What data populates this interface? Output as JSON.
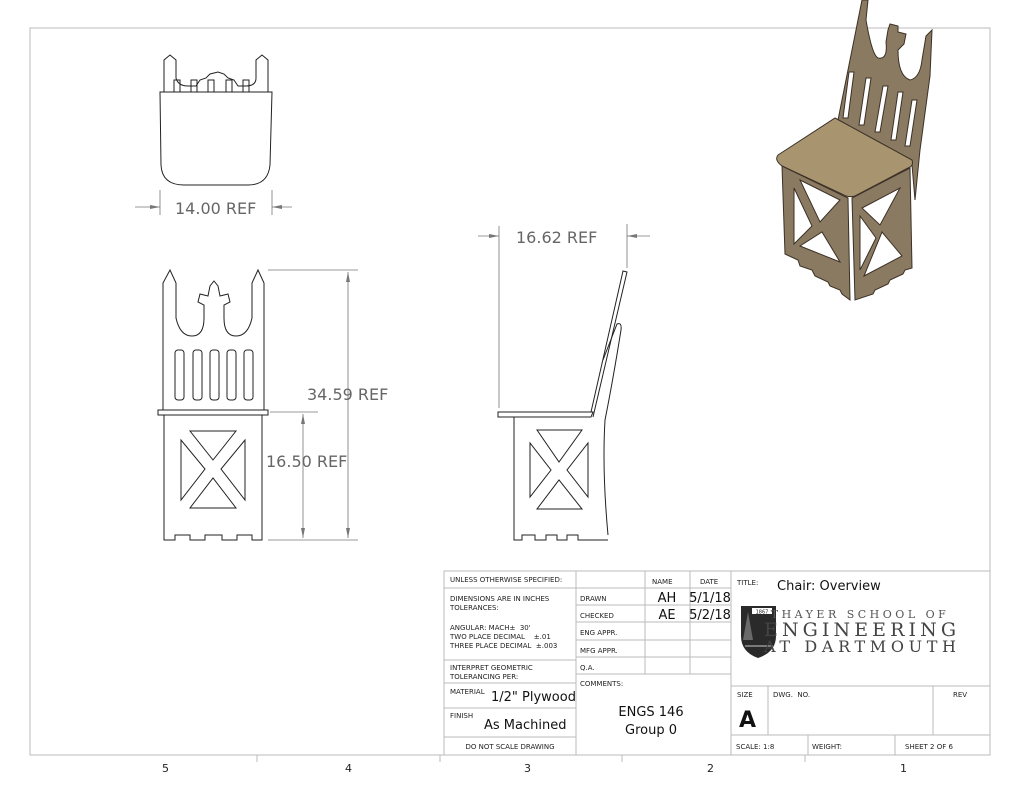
{
  "drawing": {
    "dimensions": {
      "top_width": "14.00 REF",
      "side_depth": "16.62 REF",
      "overall_height": "34.59 REF",
      "seat_height": "16.50 REF"
    },
    "zones": [
      "5",
      "4",
      "3",
      "2",
      "1"
    ]
  },
  "title_block": {
    "unless_specified": "UNLESS OTHERWISE SPECIFIED:",
    "dims_in_inches": "DIMENSIONS ARE IN INCHES",
    "tolerances": "TOLERANCES:",
    "angular": "ANGULAR: MACH±  30'",
    "two_place": "TWO PLACE DECIMAL    ±.01",
    "three_place": "THREE PLACE DECIMAL  ±.003",
    "interpret_1": "INTERPRET GEOMETRIC",
    "interpret_2": "TOLERANCING PER:",
    "material_label": "MATERIAL",
    "material_value": "1/2\" Plywood",
    "finish_label": "FINISH",
    "finish_value": "As Machined",
    "do_not_scale": "DO NOT SCALE DRAWING",
    "name_header": "NAME",
    "date_header": "DATE",
    "rows": [
      {
        "label": "DRAWN",
        "name": "AH",
        "date": "5/1/18"
      },
      {
        "label": "CHECKED",
        "name": "AE",
        "date": "5/2/18"
      },
      {
        "label": "ENG APPR.",
        "name": "",
        "date": ""
      },
      {
        "label": "MFG APPR.",
        "name": "",
        "date": ""
      },
      {
        "label": "Q.A.",
        "name": "",
        "date": ""
      }
    ],
    "comments_label": "COMMENTS:",
    "comments_line1": "ENGS 146",
    "comments_line2": "Group 0",
    "title_label": "TITLE:",
    "title_value": "Chair: Overview",
    "logo": {
      "year": "1867",
      "line1": "THAYER SCHOOL OF",
      "line2": "ENGINEERING",
      "line3": "AT DARTMOUTH"
    },
    "size_label": "SIZE",
    "size_value": "A",
    "dwg_no_label": "DWG.  NO.",
    "rev_label": "REV",
    "scale": "SCALE: 1:8",
    "weight": "WEIGHT:",
    "sheet": "SHEET 2 OF 6"
  }
}
